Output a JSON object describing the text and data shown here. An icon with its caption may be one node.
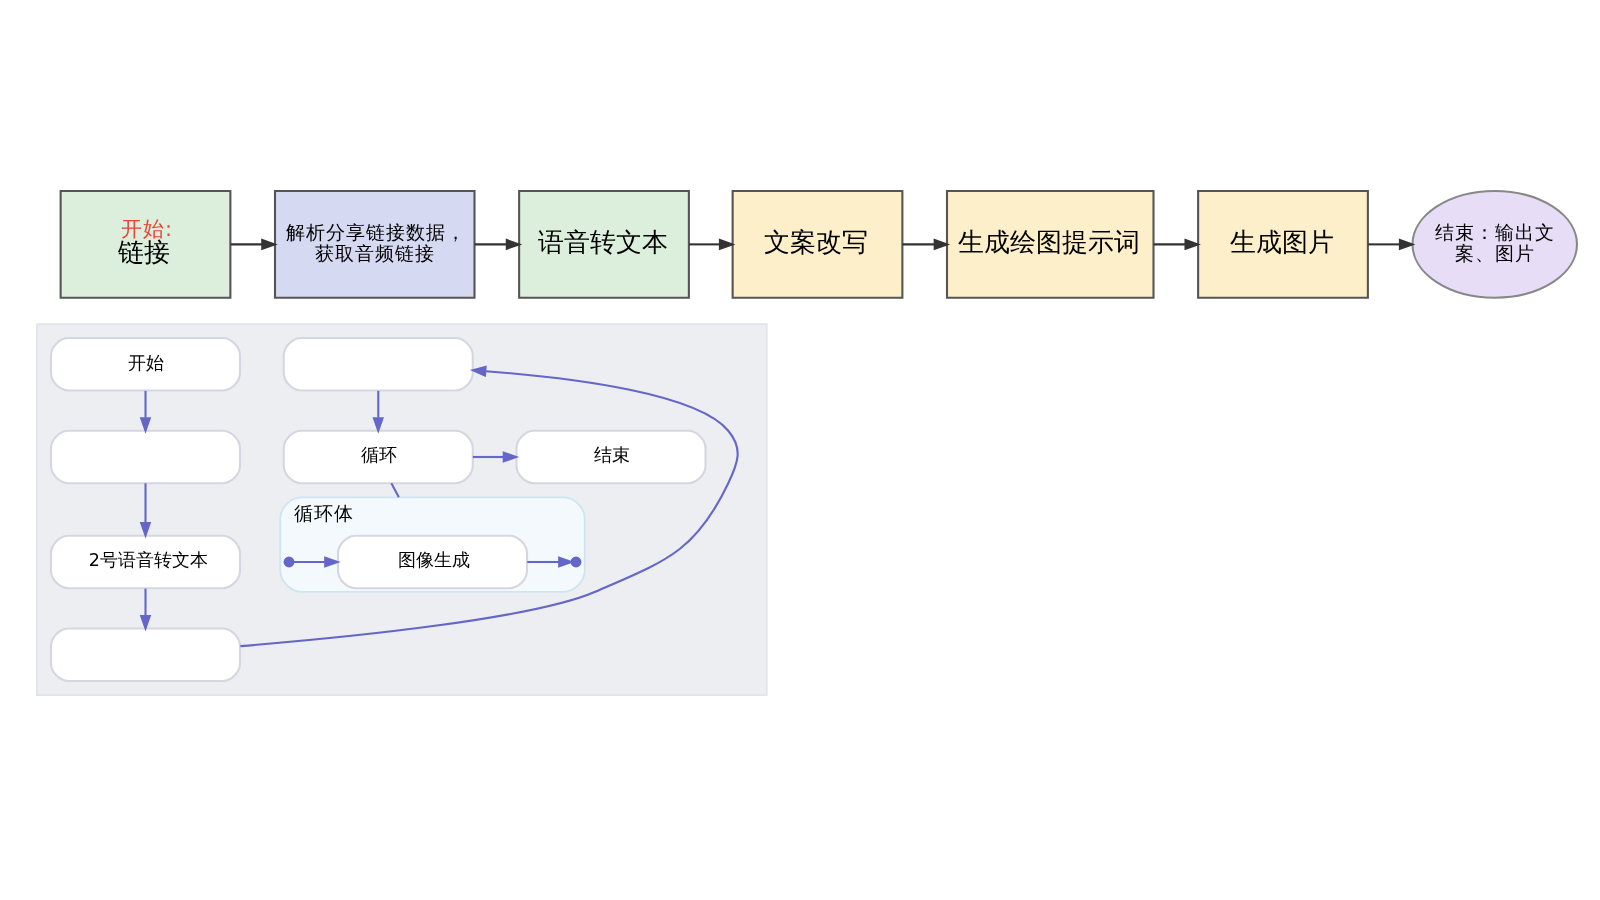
{
  "diagram": {
    "nodes": [
      {
        "text": [
          "开始:",
          "链接"
        ]
      },
      {
        "text": [
          "解析分享链接数据，获取音频链接"
        ]
      },
      {
        "text": [
          "语音转文本"
        ]
      },
      {
        "text": [
          "文案改写"
        ]
      },
      {
        "text": [
          "生成绘图提示词"
        ]
      },
      {
        "text": [
          "生成图片"
        ]
      },
      {
        "text": [
          "结束：输出文案、图片"
        ]
      },
      {
        "text": [],
        "shape": "picture"
      },
      {
        "text": [
          "开始"
        ],
        "in": 7
      },
      {
        "text": [],
        "shape": "box",
        "in": 7
      },
      {
        "text": [
          "2号语音转文本"
        ],
        "in": 7
      },
      {
        "text": [],
        "shape": "box",
        "in": 7
      },
      {
        "text": [],
        "shape": "box",
        "in": 7
      },
      {
        "text": [
          "循环"
        ],
        "in": 7
      },
      {
        "text": [
          "结束"
        ],
        "in": 7
      },
      {
        "text": [
          "循环体"
        ],
        "in": 7
      },
      {
        "text": [
          "图像生成"
        ],
        "in": 15
      }
    ],
    "edges": [
      {
        "from": 0,
        "to": 1,
        "arrow": "to",
        "color": "#333333"
      },
      {
        "from": 1,
        "to": 2,
        "arrow": "to",
        "color": "#333333"
      },
      {
        "from": 2,
        "to": 3,
        "arrow": "to",
        "color": "#333333"
      },
      {
        "from": 3,
        "to": 4,
        "arrow": "to",
        "color": "#333333"
      },
      {
        "from": 4,
        "to": 5,
        "arrow": "to",
        "color": "#333333"
      },
      {
        "from": 5,
        "to": 6,
        "arrow": "to",
        "color": "#333333"
      },
      {
        "from": 8,
        "to": 9,
        "arrow": "to"
      },
      {
        "from": 9,
        "to": 10,
        "arrow": "to"
      },
      {
        "from": 10,
        "to": 11,
        "arrow": "to"
      },
      {
        "from": 11,
        "to": 12,
        "arrow": "to"
      },
      {
        "from": 12,
        "to": 13,
        "arrow": "to"
      },
      {
        "from": 13,
        "to": 14,
        "arrow": "to"
      },
      {
        "from": 13,
        "to": 15,
        "arrow": "none"
      },
      {
        "from": 16,
        "to": 15,
        "arrow": "to"
      },
      {
        "from": 15,
        "to": 16,
        "arrow": "to"
      }
    ]
  }
}
